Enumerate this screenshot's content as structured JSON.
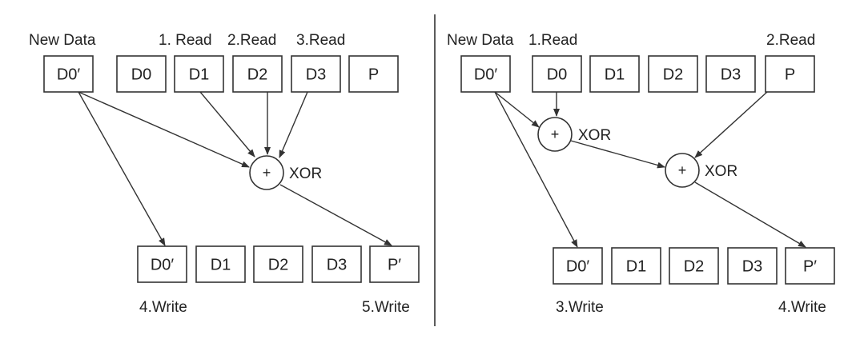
{
  "left": {
    "new_data_label": "New Data",
    "read_labels": [
      "1. Read",
      "2.Read",
      "3.Read"
    ],
    "top_boxes": [
      "D0′",
      "D0",
      "D1",
      "D2",
      "D3",
      "P"
    ],
    "xor_symbol": "+",
    "xor_label": "XOR",
    "bottom_boxes": [
      "D0′",
      "D1",
      "D2",
      "D3",
      "P′"
    ],
    "write_labels": [
      "4.Write",
      "5.Write"
    ]
  },
  "right": {
    "new_data_label": "New Data",
    "read_labels": [
      "1.Read",
      "2.Read"
    ],
    "top_boxes": [
      "D0′",
      "D0",
      "D1",
      "D2",
      "D3",
      "P"
    ],
    "xor1_symbol": "+",
    "xor1_label": "XOR",
    "xor2_symbol": "+",
    "xor2_label": "XOR",
    "bottom_boxes": [
      "D0′",
      "D1",
      "D2",
      "D3",
      "P′"
    ],
    "write_labels": [
      "3.Write",
      "4.Write"
    ]
  },
  "colors": {
    "stroke": "#333333",
    "text": "#222222",
    "background": "#ffffff"
  }
}
